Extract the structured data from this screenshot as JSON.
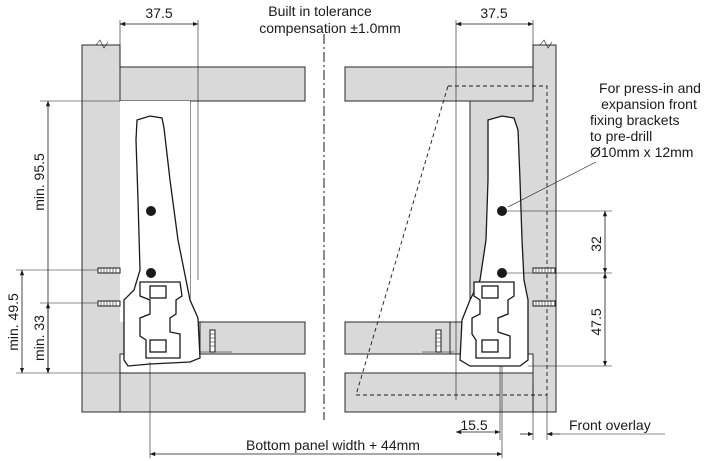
{
  "labels": {
    "dim_left_top": "37.5",
    "dim_right_top": "37.5",
    "tolerance_line1": "Built in tolerance",
    "tolerance_line2": "compensation ±1.0mm",
    "note_line1": "For press-in and",
    "note_line2": "expansion front",
    "note_line3": "fixing brackets",
    "note_line4": "to pre-drill",
    "note_line5": "Ø10mm x 12mm",
    "dim_min_95_5": "min. 95.5",
    "dim_min_49_5": "min. 49.5",
    "dim_min_33": "min. 33",
    "dim_32": "32",
    "dim_47_5": "47.5",
    "dim_15_5": "15.5",
    "front_overlay": "Front overlay",
    "bottom_panel_width": "Bottom panel width + 44mm"
  },
  "colors": {
    "panel_fill": "#d9d9da",
    "line": "#1a1a1a",
    "background": "#ffffff"
  }
}
